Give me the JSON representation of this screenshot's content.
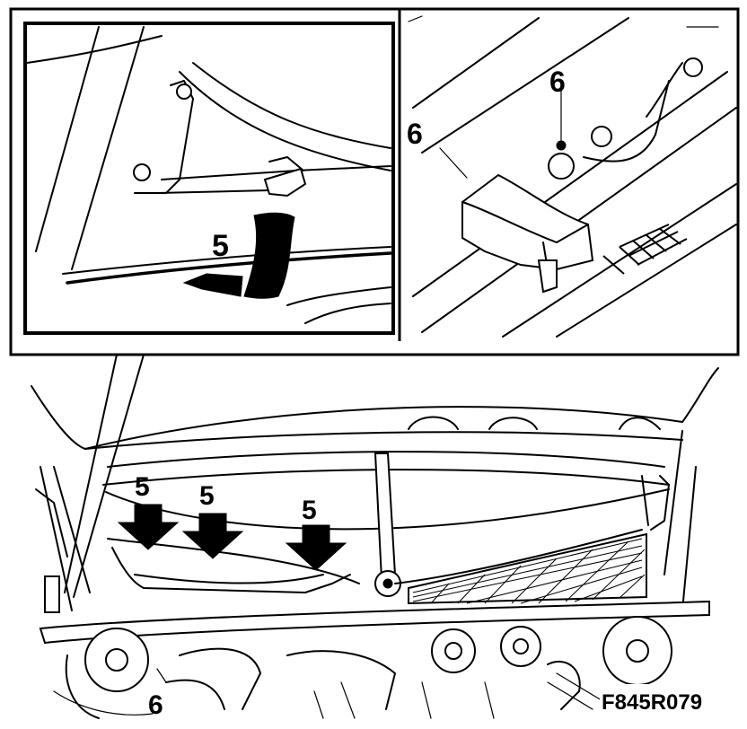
{
  "figure": {
    "code": "F845R079",
    "callouts": {
      "inset_left_label": "5",
      "inset_right_label_a": "6",
      "inset_right_label_b": "6",
      "main_label_1": "5",
      "main_label_2": "5",
      "main_label_3": "5",
      "main_label_bottom": "6"
    }
  },
  "colors": {
    "ink": "#000000",
    "paper": "#ffffff"
  }
}
